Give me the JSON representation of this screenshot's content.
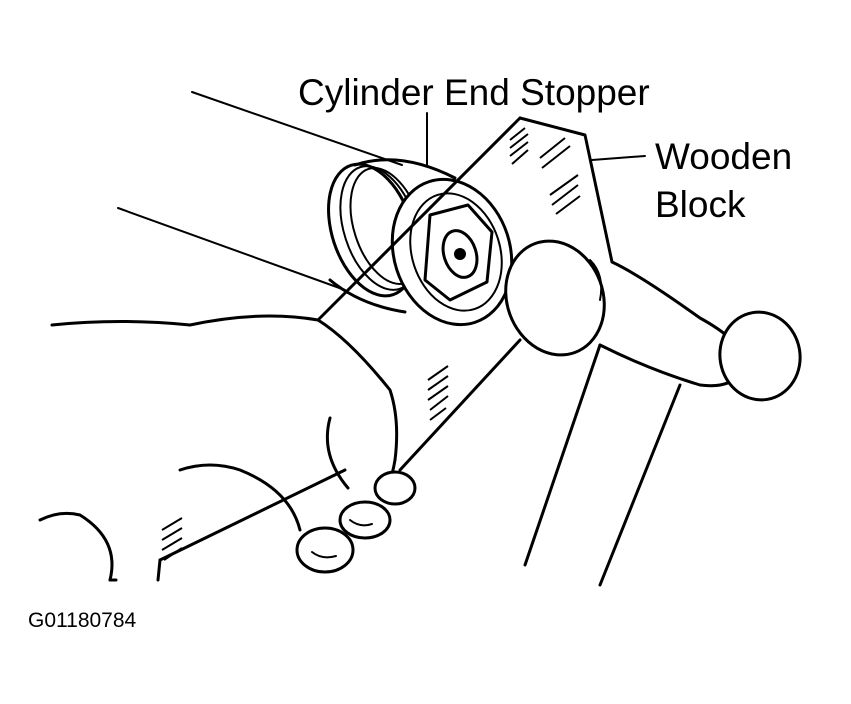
{
  "labels": {
    "cylinder_end_stopper": "Cylinder End Stopper",
    "wooden_block_line1": "Wooden",
    "wooden_block_line2": "Block",
    "figure_code": "G01180784"
  },
  "colors": {
    "ink": "#000000",
    "background": "#ffffff"
  }
}
